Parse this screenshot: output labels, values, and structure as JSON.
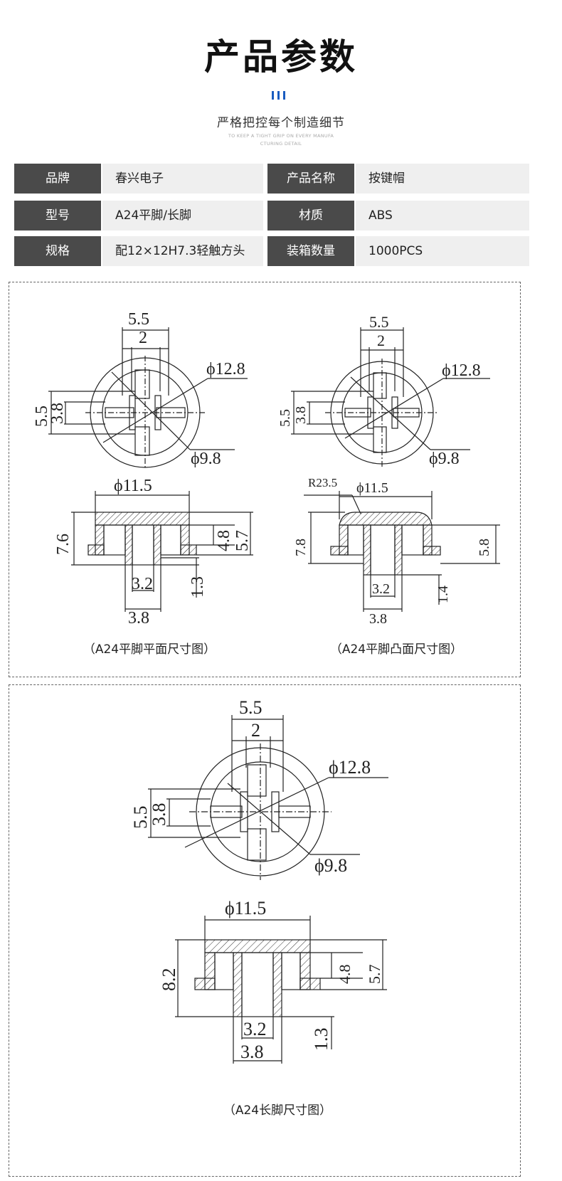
{
  "header": {
    "title": "产品参数",
    "subtitle": "严格把控每个制造细节",
    "subtitle_en_line1": "TO KEEP A TIGHT GRIP ON EVERY MANUFA",
    "subtitle_en_line2": "CTURING DETAIL",
    "accent_color": "#1a5cc0"
  },
  "specs": {
    "rows": [
      [
        {
          "label": "品牌",
          "value": "春兴电子"
        },
        {
          "label": "产品名称",
          "value": "按键帽"
        }
      ],
      [
        {
          "label": "型号",
          "value": "A24平脚/长脚"
        },
        {
          "label": "材质",
          "value": "ABS"
        }
      ],
      [
        {
          "label": "规格",
          "value": "配12×12H7.3轻触方头"
        },
        {
          "label": "装箱数量",
          "value": "1000PCS"
        }
      ]
    ],
    "label_color": "#4a4a4a",
    "value_bg_color": "#efefef"
  },
  "drawings": {
    "flat": {
      "caption": "（A24平脚平面尺寸图）",
      "dims": {
        "top_w": "5.5",
        "top_inner": "2",
        "dia_outer": "ϕ12.8",
        "dia_inner": "ϕ9.8",
        "left_h": "5.5",
        "left_inner": "3.8",
        "base_w": "ϕ11.5",
        "h_total": "7.6",
        "h_mid": "4.8",
        "h_right": "5.7",
        "stem_outer": "3.8",
        "stem_inner": "3.2",
        "stem_h": "1.3"
      }
    },
    "convex": {
      "caption": "（A24平脚凸面尺寸图）",
      "dims": {
        "top_w": "5.5",
        "top_inner": "2",
        "dia_outer": "ϕ12.8",
        "dia_inner": "ϕ9.8",
        "left_h": "5.5",
        "left_inner": "3.8",
        "radius": "R23.5",
        "base_w": "ϕ11.5",
        "h_total": "7.8",
        "h_right": "5.8",
        "stem_outer": "3.8",
        "stem_inner": "3.2",
        "stem_h": "1.4"
      }
    },
    "long": {
      "caption": "（A24长脚尺寸图）",
      "dims": {
        "top_w": "5.5",
        "top_inner": "2",
        "dia_outer": "ϕ12.8",
        "dia_inner": "ϕ9.8",
        "left_h": "5.5",
        "left_inner": "3.8",
        "base_w": "ϕ11.5",
        "h_total": "8.2",
        "h_mid": "4.8",
        "h_right": "5.7",
        "stem_outer": "3.8",
        "stem_inner": "3.2",
        "stem_h": "1.3"
      }
    }
  }
}
